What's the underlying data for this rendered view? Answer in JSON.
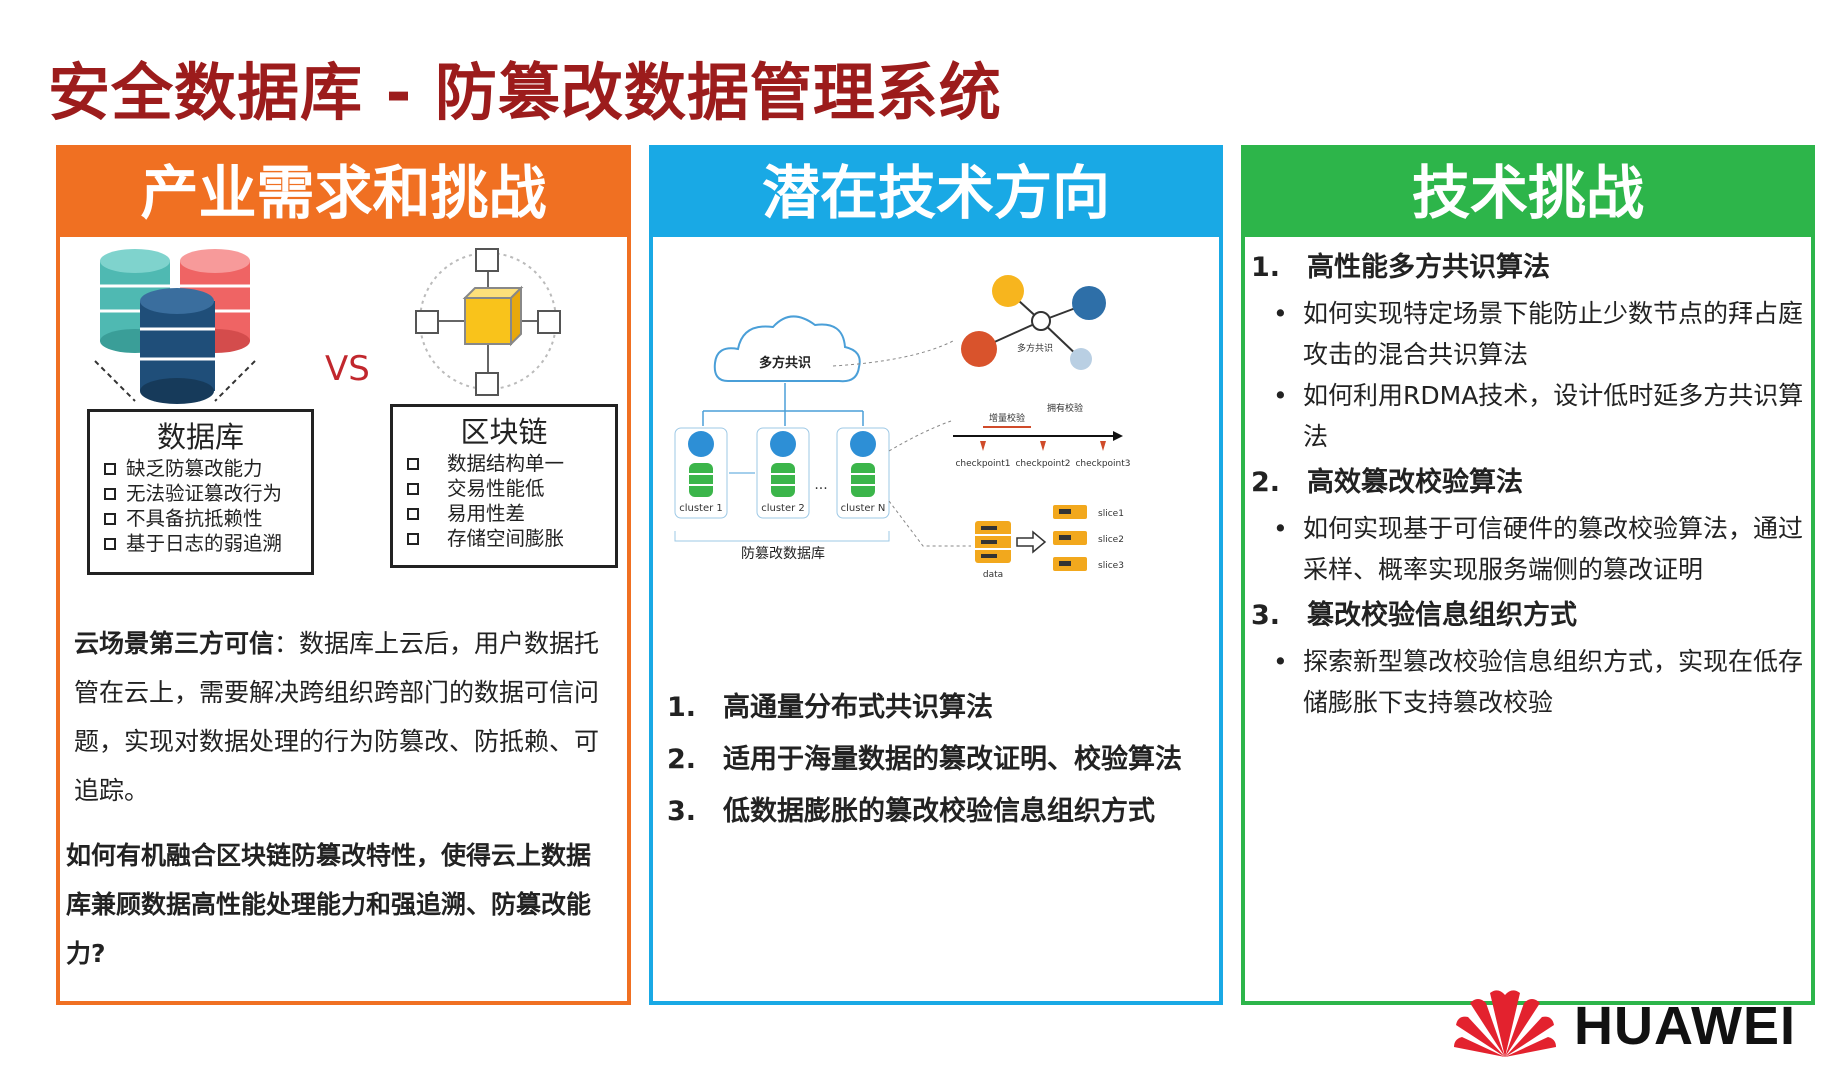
{
  "page": {
    "title": "安全数据库 - 防篡改数据管理系统"
  },
  "left": {
    "header": "产业需求和挑战",
    "vs": "VS",
    "database_box": {
      "title": "数据库",
      "items": [
        "缺乏防篡改能力",
        "无法验证篡改行为",
        "不具备抗抵赖性",
        "基于日志的弱追溯"
      ]
    },
    "blockchain_box": {
      "title": "区块链",
      "items": [
        "数据结构单一",
        "交易性能低",
        "易用性差",
        "存储空间膨胀"
      ]
    },
    "paragraph_lead": "云场景第三方可信",
    "paragraph_body": "：数据库上云后，用户数据托管在云上，需要解决跨组织跨部门的数据可信问题，实现对数据处理的行为防篡改、防抵赖、可追踪。",
    "question": "如何有机融合区块链防篡改特性，使得云上数据库兼顾数据高性能处理能力和强追溯、防篡改能力?"
  },
  "middle": {
    "header": "潜在技术方向",
    "diagram": {
      "cloud_label": "多方共识",
      "network_label": "多方共识",
      "clusters": [
        "cluster 1",
        "cluster 2",
        "cluster N"
      ],
      "ellipsis": "...",
      "db_label": "防篡改数据库",
      "timeline_labels": [
        "增量校验",
        "拥有校验"
      ],
      "checkpoints": [
        "checkpoint1",
        "checkpoint2",
        "checkpoint3"
      ],
      "data_label": "data",
      "slices": [
        "slice1",
        "slice2",
        "slice3"
      ]
    },
    "items": [
      {
        "num": "1.",
        "text": "高通量分布式共识算法"
      },
      {
        "num": "2.",
        "text": "适用于海量数据的篡改证明、校验算法"
      },
      {
        "num": "3.",
        "text": "低数据膨胀的篡改校验信息组织方式"
      }
    ]
  },
  "right": {
    "header": "技术挑战",
    "items": [
      {
        "num": "1.",
        "title": "高性能多方共识算法",
        "subs": [
          "如何实现特定场景下能防止少数节点的拜占庭攻击的混合共识算法",
          "如何利用RDMA技术，设计低时延多方共识算法"
        ]
      },
      {
        "num": "2.",
        "title": "高效篡改校验算法",
        "subs": [
          "如何实现基于可信硬件的篡改校验算法，通过采样、概率实现服务端侧的篡改证明"
        ]
      },
      {
        "num": "3.",
        "title": "篡改校验信息组织方式",
        "subs": [
          "探索新型篡改校验信息组织方式，实现在低存储膨胀下支持篡改校验"
        ]
      }
    ]
  },
  "logo": {
    "text": "HUAWEI"
  },
  "colors": {
    "title": "#9c1c1c",
    "left": "#f07022",
    "middle": "#19a9e5",
    "right": "#2db54a"
  }
}
